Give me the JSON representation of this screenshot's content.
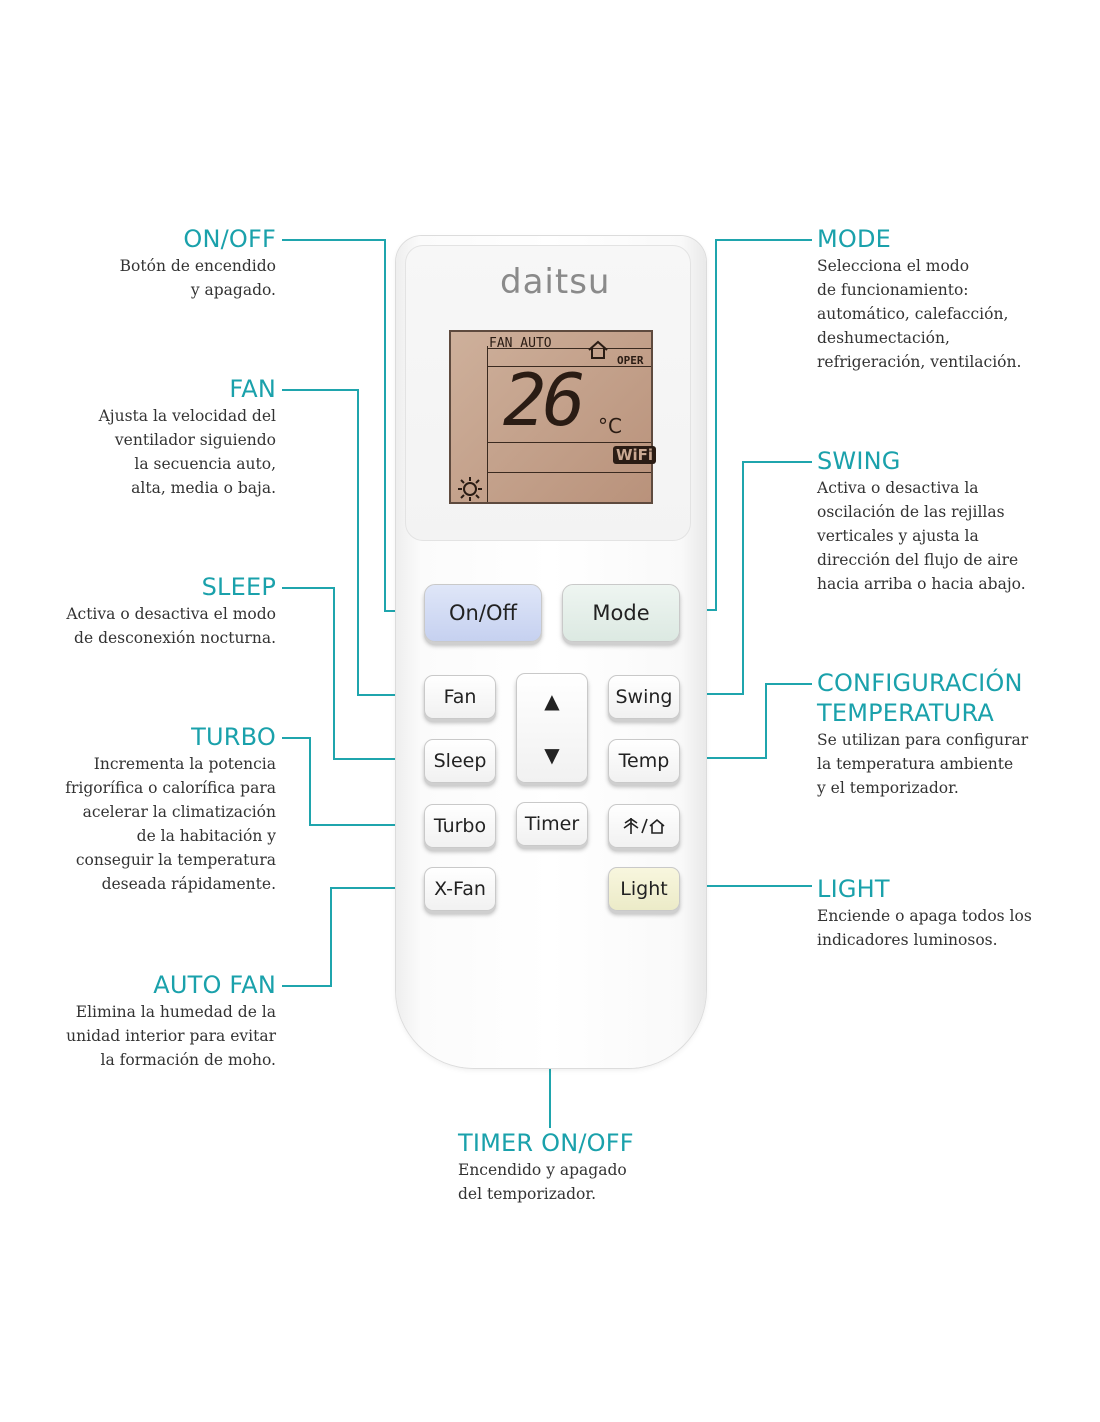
{
  "brand": "daitsu",
  "lcd": {
    "fan_auto": "FAN AUTO",
    "oper": "OPER",
    "temperature": "26",
    "unit": "°C",
    "wifi": "WiFi"
  },
  "buttons": {
    "onoff": "On/Off",
    "mode": "Mode",
    "fan": "Fan",
    "swing": "Swing",
    "sleep": "Sleep",
    "temp": "Temp",
    "turbo": "Turbo",
    "timer": "Timer",
    "xfan": "X-Fan",
    "light": "Light",
    "up": "▲",
    "down": "▼"
  },
  "callouts": {
    "onoff": {
      "title": "ON/OFF",
      "lines": [
        "Botón de encendido",
        "y apagado."
      ]
    },
    "fan": {
      "title": "FAN",
      "lines": [
        "Ajusta la velocidad del",
        "ventilador siguiendo",
        "la secuencia auto,",
        "alta, media o baja."
      ]
    },
    "sleep": {
      "title": "SLEEP",
      "lines": [
        "Activa o desactiva el modo",
        "de desconexión nocturna."
      ]
    },
    "turbo": {
      "title": "TURBO",
      "lines": [
        "Incrementa la potencia",
        "frigorífica o calorífica para",
        "acelerar la climatización",
        "de la habitación y",
        "conseguir la temperatura",
        "deseada rápidamente."
      ]
    },
    "autofan": {
      "title": "AUTO FAN",
      "lines": [
        "Elimina la humedad de la",
        "unidad interior para evitar",
        "la formación de moho."
      ]
    },
    "mode": {
      "title": "MODE",
      "lines": [
        "Selecciona el modo",
        "de funcionamiento:",
        "automático, calefacción,",
        "deshumectación,",
        "refrigeración, ventilación."
      ]
    },
    "swing": {
      "title": "SWING",
      "lines": [
        "Activa o desactiva la",
        "oscilación de las rejillas",
        "verticales y ajusta la",
        "dirección del flujo de aire",
        "hacia arriba o hacia abajo."
      ]
    },
    "config": {
      "title1": "CONFIGURACIÓN",
      "title2": "TEMPERATURA",
      "lines": [
        "Se utilizan para configurar",
        "la temperatura  ambiente",
        "y el temporizador."
      ]
    },
    "light": {
      "title": "LIGHT",
      "lines": [
        "Enciende o apaga todos los",
        "indicadores luminosos."
      ]
    },
    "timer": {
      "title": "TIMER ON/OFF",
      "lines": [
        "Encendido y apagado",
        "del temporizador."
      ]
    }
  },
  "colors": {
    "accent": "#1fa5ad",
    "onoff_button": "#c6d1f0",
    "mode_button": "#dce9e2",
    "light_button": "#ecebc8",
    "lcd": "#c4a18b"
  }
}
